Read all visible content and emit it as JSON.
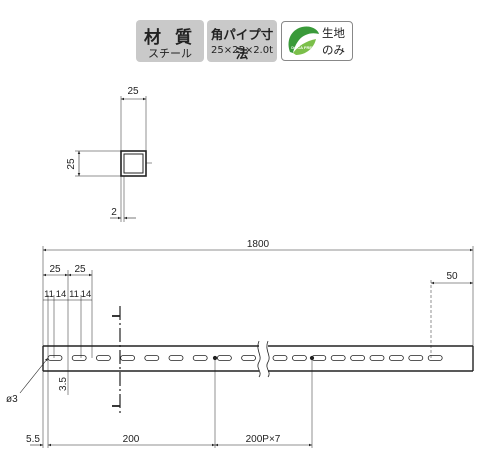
{
  "badges": {
    "material": {
      "title": "材 質",
      "value": "スチール"
    },
    "pipe": {
      "title": "角パイプ寸法",
      "value": "25×25×2.0t"
    },
    "eco": {
      "logo_text": "DOCA FREE",
      "line1": "生地",
      "line2": "のみ"
    }
  },
  "section_view": {
    "width": "25",
    "height": "25",
    "thickness": "2"
  },
  "front_view": {
    "total_length": "1800",
    "pitch_label": "25",
    "pitch_label_2": "25",
    "slot_dims": [
      "11",
      "14",
      "11",
      "14"
    ],
    "end_offset": "50",
    "hole_dia": "ø3",
    "slot_height": "3.5",
    "start_offset": "5.5",
    "first_span": "200",
    "repeat_span": "200P×7"
  },
  "colors": {
    "line": "#222222",
    "badge": "#c9c9c9",
    "eco_green": "#3a9a3a"
  }
}
